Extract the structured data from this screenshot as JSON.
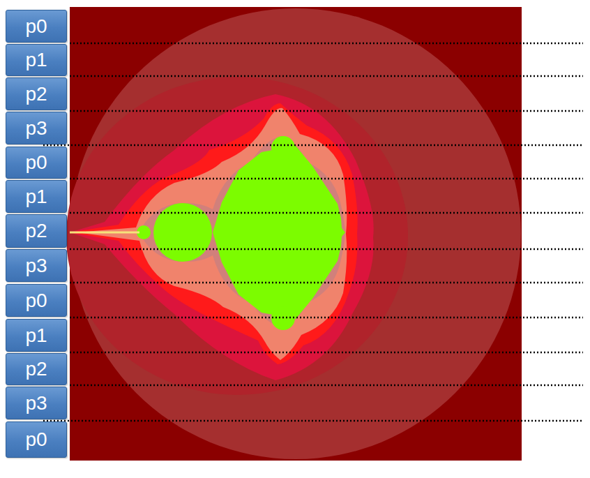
{
  "diagram": {
    "nodes": [
      {
        "text": [
          "p0"
        ]
      },
      {
        "text": [
          "p1"
        ]
      },
      {
        "text": [
          "p2"
        ]
      },
      {
        "text": [
          "p3"
        ]
      },
      {
        "text": [
          "p0"
        ]
      },
      {
        "text": [
          "p1"
        ]
      },
      {
        "text": [
          "p2"
        ]
      },
      {
        "text": [
          "p3"
        ]
      },
      {
        "text": [
          "p0"
        ]
      },
      {
        "text": [
          "p1"
        ]
      },
      {
        "text": [
          "p2"
        ]
      },
      {
        "text": [
          "p3"
        ]
      },
      {
        "text": [
          "p0"
        ]
      }
    ]
  }
}
